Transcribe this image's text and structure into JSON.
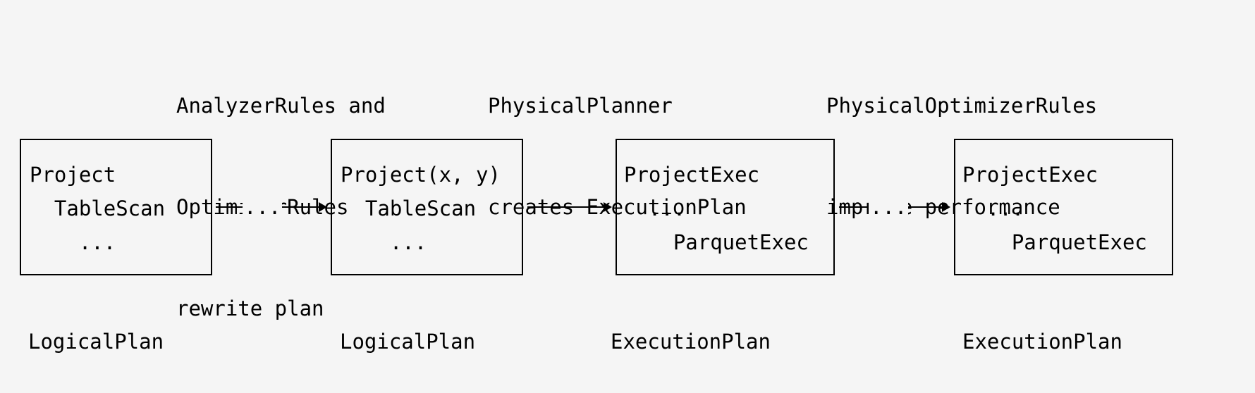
{
  "captions": [
    [
      "AnalyzerRules and",
      "OptimizerRules",
      "rewrite plan"
    ],
    [
      "PhysicalPlanner",
      "creates ExecutionPlan"
    ],
    [
      "PhysicalOptimizerRules",
      "improve performance"
    ]
  ],
  "boxes": [
    {
      "lines": [
        "Project",
        "  TableScan",
        "    ..."
      ],
      "label": "LogicalPlan"
    },
    {
      "lines": [
        "Project(x, y)",
        "  TableScan",
        "    ..."
      ],
      "label": "LogicalPlan"
    },
    {
      "lines": [
        "ProjectExec",
        "  ...",
        "    ParquetExec"
      ],
      "label": "ExecutionPlan"
    },
    {
      "lines": [
        "ProjectExec",
        "  ...",
        "    ParquetExec"
      ],
      "label": "ExecutionPlan"
    }
  ],
  "arrows": [
    {
      "dots": "..."
    },
    {
      "dots": ""
    },
    {
      "dots": "..."
    }
  ]
}
